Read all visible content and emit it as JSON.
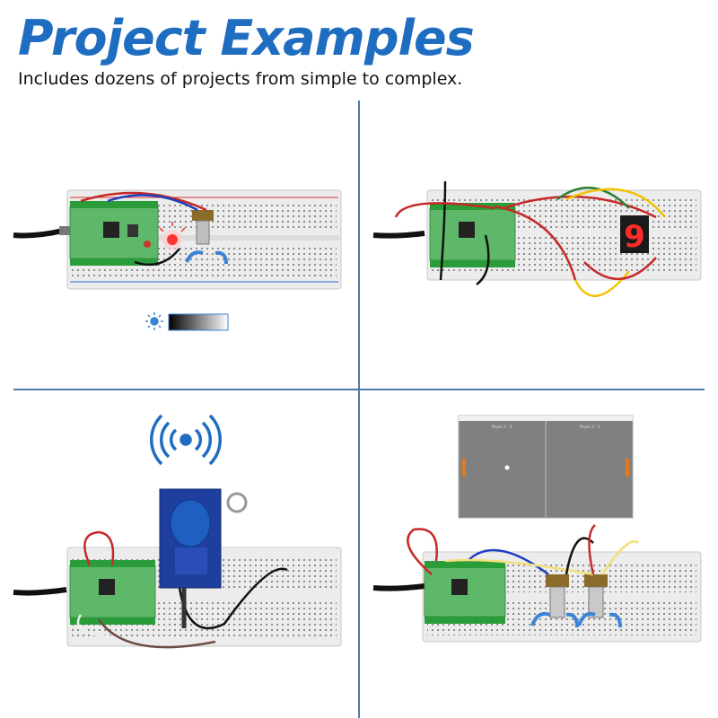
{
  "header": {
    "title": "Project Examples",
    "subtitle": "Includes dozens of projects from simple to complex."
  },
  "panels": [
    {
      "project": "led-potentiometer",
      "icons": [
        "sun-icon",
        "gradient-bar"
      ]
    },
    {
      "project": "seven-segment-display",
      "display_digit": "9"
    },
    {
      "project": "rfid-reader",
      "icons": [
        "wireless-signal-icon",
        "rfid-tag"
      ]
    },
    {
      "project": "pong-game",
      "screen": {
        "left_label": "Player 1 : 0",
        "right_label": "Player 2 : 0"
      }
    }
  ],
  "colors": {
    "accent": "#1f6dc0",
    "divider": "#4d78a8",
    "board_green": "#5fb86a",
    "breadboard": "#ececec",
    "arrow_blue": "#3a83d6"
  }
}
